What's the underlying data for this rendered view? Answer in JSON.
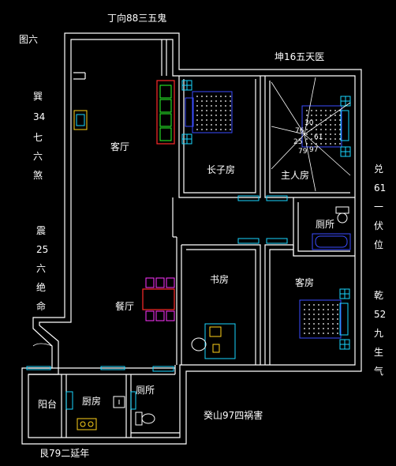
{
  "labels": {
    "top": "丁向88三五鬼",
    "corner": "图六",
    "kun": "坤16五天医",
    "xun_lines": [
      "巽",
      "34",
      "七",
      "六",
      "煞"
    ],
    "zhen_lines": [
      "震",
      "25",
      "六",
      "绝",
      "命"
    ],
    "dui_lines": [
      "兑",
      "61",
      "一",
      "伏",
      "位"
    ],
    "qian_lines": [
      "乾",
      "52",
      "九",
      "生",
      "气"
    ],
    "gui": "癸山97四祸害",
    "gen": "艮79二延年"
  },
  "rooms": {
    "living": "客厅",
    "eldest": "长子房",
    "master": "主人房",
    "toilet_right": "厕所",
    "study": "书房",
    "guest": "客房",
    "dining": "餐厅",
    "balcony": "阳台",
    "kitchen": "厨房",
    "toilet_bottom": "厕所"
  },
  "compass": {
    "n1": "30",
    "n2": "76",
    "n3": "25",
    "n4": "61",
    "n5": "79",
    "n6": "97"
  },
  "colors": {
    "wall": "#ffffff",
    "cyan": "#19d6ff",
    "blue": "#3a4dff",
    "red": "#ff2a2a",
    "magenta": "#ff33ff",
    "yellow": "#ffd21a",
    "green": "#2aff2a"
  }
}
